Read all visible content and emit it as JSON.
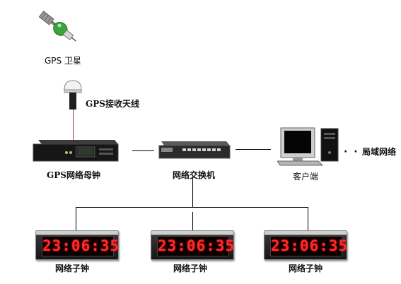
{
  "labels": {
    "satellite": "GPS 卫星",
    "antenna": "GPS接收天线",
    "master_clock": "GPS网络母钟",
    "switch": "网络交换机",
    "client": "客户端",
    "lan": "局域网络",
    "lan_dots": "· · ·",
    "slave_clock_1": "网络子钟",
    "slave_clock_2": "网络子钟",
    "slave_clock_3": "网络子钟"
  },
  "clocks": [
    {
      "time": "23:06:35"
    },
    {
      "time": "23:06:35"
    },
    {
      "time": "23:06:35"
    }
  ],
  "colors": {
    "line": "#000000",
    "antenna_cable": "#b03030",
    "digit": "#ff2a2a",
    "satellite_green": "#3aa53a"
  },
  "icons": {
    "satellite": "satellite-icon",
    "antenna": "gps-antenna-icon",
    "master_clock": "rack-device-icon",
    "switch": "network-switch-icon",
    "client": "desktop-computer-icon"
  }
}
